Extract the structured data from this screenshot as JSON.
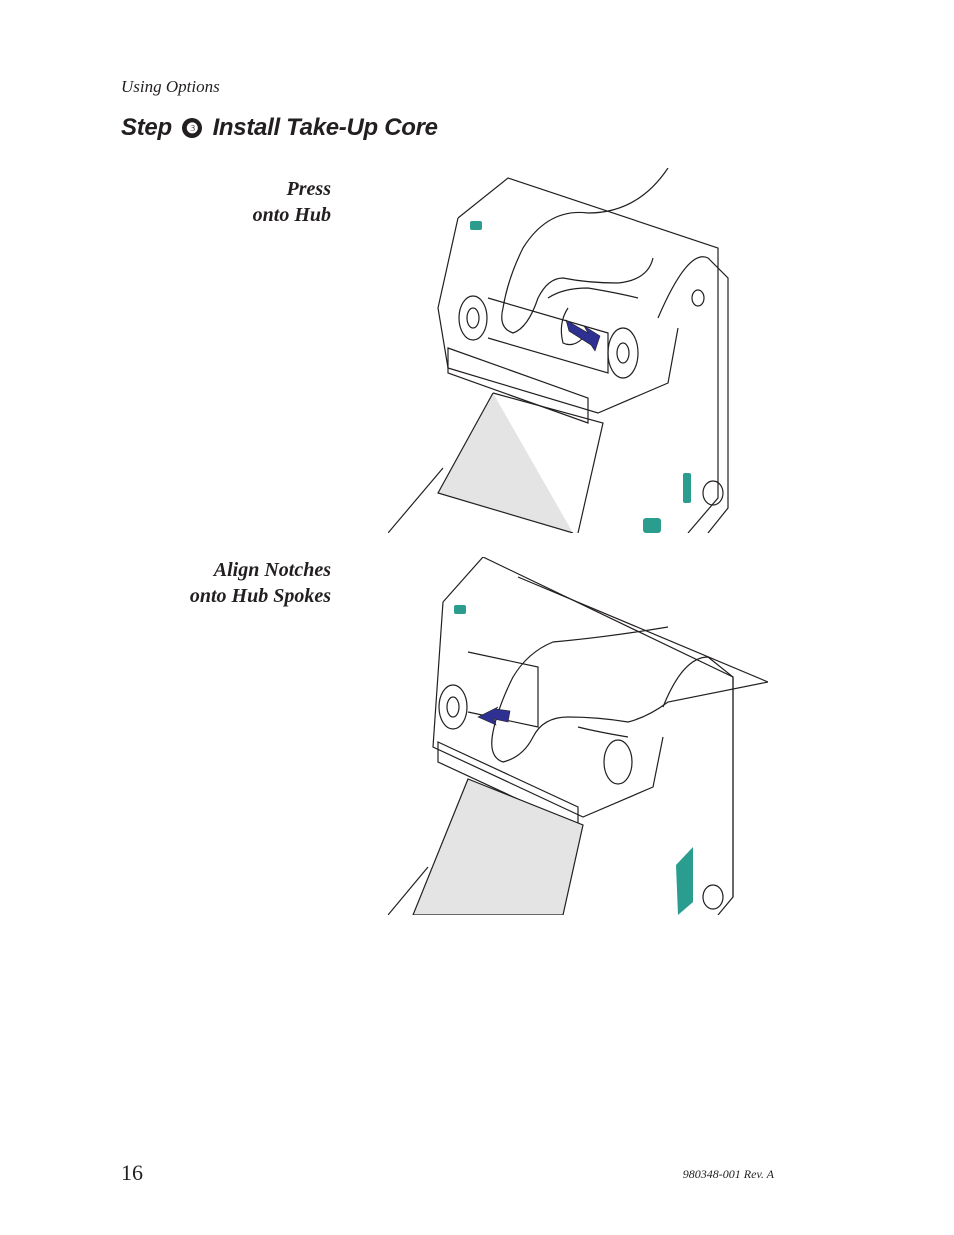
{
  "header": {
    "section": "Using Options"
  },
  "step": {
    "prefix": "Step",
    "number": "❸",
    "title": "Install Take-Up Core"
  },
  "figures": [
    {
      "caption_line1": "Press",
      "caption_line2": "onto Hub"
    },
    {
      "caption_line1": "Align Notches",
      "caption_line2": "onto Hub Spokes"
    }
  ],
  "footer": {
    "page_number": "16",
    "doc_id": "980348-001 Rev. A"
  },
  "colors": {
    "accent_teal": "#2a9d8f",
    "arrow_blue": "#2e3192",
    "text": "#231f20",
    "label_gray": "#e4e4e4"
  }
}
